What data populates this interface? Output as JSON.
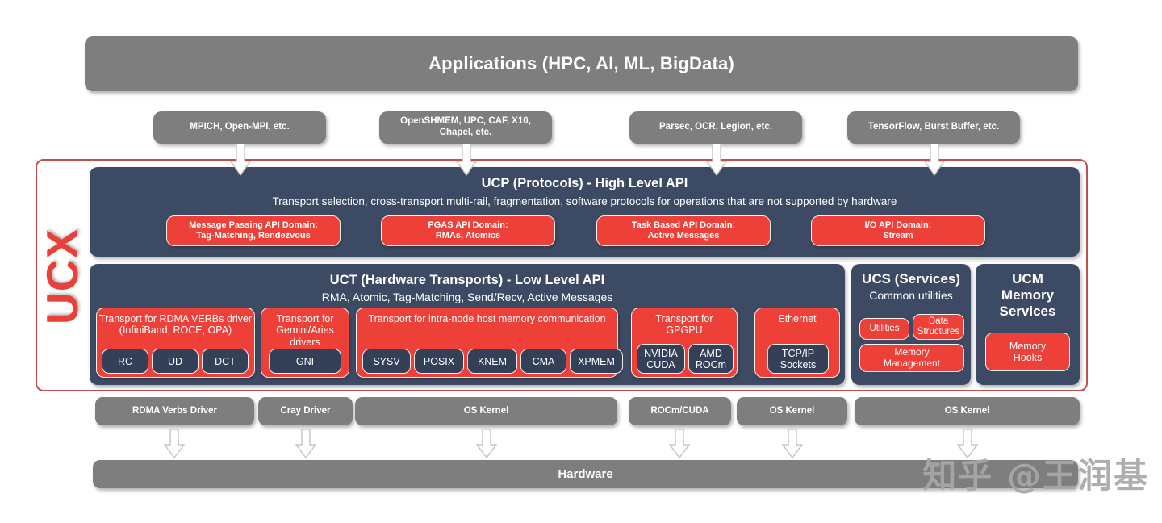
{
  "applications": {
    "label": "Applications (HPC, AI, ML, BigData)"
  },
  "middleware": [
    {
      "label": "MPICH, Open-MPI, etc."
    },
    {
      "label": "OpenSHMEM, UPC, CAF, X10,\nChapel, etc."
    },
    {
      "label": "Parsec, OCR, Legion, etc."
    },
    {
      "label": "TensorFlow, Burst Buffer, etc."
    }
  ],
  "ucx": {
    "label": "UCX",
    "accent_color": "#e8413a",
    "frame_border_color": "#c0504d"
  },
  "ucp": {
    "title": "UCP (Protocols) - High Level API",
    "subtitle": "Transport selection, cross-transport multi-rail, fragmentation, software protocols for operations that are not supported by hardware",
    "domains": [
      {
        "label": "Message Passing API Domain:\nTag-Matching, Rendezvous"
      },
      {
        "label": "PGAS API Domain:\nRMAs, Atomics"
      },
      {
        "label": "Task Based API Domain:\nActive Messages"
      },
      {
        "label": "I/O API Domain:\nStream"
      }
    ]
  },
  "uct": {
    "title": "UCT (Hardware Transports) - Low Level API",
    "subtitle": "RMA, Atomic, Tag-Matching, Send/Recv, Active Messages",
    "groups": [
      {
        "title": "Transport for RDMA VERBs driver\n(InfiniBand, ROCE, OPA)",
        "chips": [
          "RC",
          "UD",
          "DCT"
        ]
      },
      {
        "title": "Transport for\nGemini/Aries\ndrivers",
        "chips": [
          "GNI"
        ]
      },
      {
        "title": "Transport for intra-node host memory communication",
        "chips": [
          "SYSV",
          "POSIX",
          "KNEM",
          "CMA",
          "XPMEM"
        ]
      },
      {
        "title": "Transport for\nGPGPU",
        "chips": [
          "NVIDIA\nCUDA",
          "AMD\nROCm"
        ]
      },
      {
        "title": "Ethernet",
        "chips": [
          "TCP/IP\nSockets"
        ]
      }
    ]
  },
  "ucs": {
    "title": "UCS (Services)",
    "subtitle": "Common utilities",
    "items": [
      "Utilities",
      "Data\nStructures",
      "Memory\nManagement"
    ]
  },
  "ucm": {
    "title": "UCM\nMemory\nServices",
    "items": [
      "Memory\nHooks"
    ]
  },
  "drivers": [
    {
      "label": "RDMA Verbs Driver"
    },
    {
      "label": "Cray Driver"
    },
    {
      "label": "OS Kernel"
    },
    {
      "label": "ROCm/CUDA"
    },
    {
      "label": "OS Kernel"
    },
    {
      "label": "OS Kernel"
    }
  ],
  "hardware": {
    "label": "Hardware"
  },
  "watermark": {
    "label": "知乎 @王润基"
  },
  "theme": {
    "gray": "#7e7e7e",
    "navy": "#3c4a63",
    "navy_chip": "#334058",
    "red": "#ec4039",
    "white": "#ffffff"
  }
}
